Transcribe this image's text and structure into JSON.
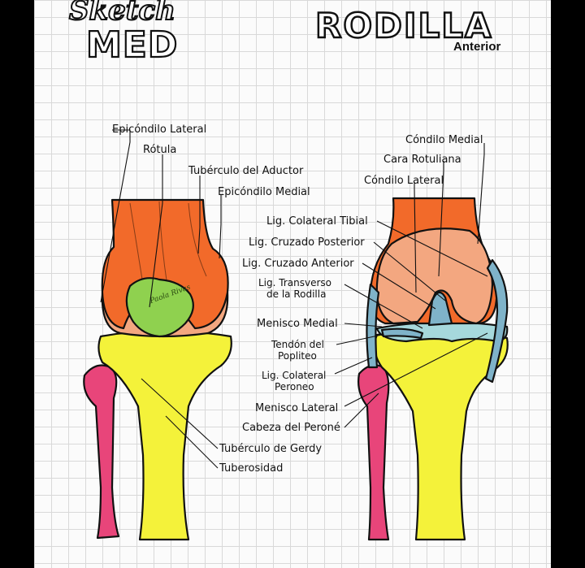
{
  "logo": {
    "line1": "Sketch",
    "line2": "MED"
  },
  "header": {
    "title": "RODILLA",
    "subtitle": "Anterior"
  },
  "signature": "Paola Rivas",
  "labels": {
    "epicondilo_lateral": "Epicóndilo Lateral",
    "rotula": "Rótula",
    "tuberculo_aductor": "Tubérculo del Aductor",
    "epicondilo_medial": "Epicóndilo Medial",
    "condilo_medial": "Cóndilo Medial",
    "cara_rotuliana": "Cara Rotuliana",
    "condilo_lateral": "Cóndilo Lateral",
    "lig_colateral_tibial": "Lig. Colateral Tibial",
    "lig_cruzado_posterior": "Lig. Cruzado Posterior",
    "lig_cruzado_anterior": "Lig. Cruzado Anterior",
    "lig_transverso_1": "Lig. Transverso",
    "lig_transverso_2": "de la Rodilla",
    "menisco_medial": "Menisco Medial",
    "tendon_popliteo_1": "Tendón del",
    "tendon_popliteo_2": "Popliteo",
    "lig_colateral_peroneo_1": "Lig. Colateral",
    "lig_colateral_peroneo_2": "Peroneo",
    "menisco_lateral": "Menisco Lateral",
    "cabeza_perone": "Cabeza del Peroné",
    "tuberculo_gerdy": "Tubérculo de Gerdy",
    "tuberosidad": "Tuberosidad"
  },
  "colors": {
    "femur": "#f26a2a",
    "femur_cartilage": "#f3a780",
    "patella": "#8fd14f",
    "tibia": "#f4f23a",
    "fibula": "#e8457a",
    "meniscus": "#a6d8dc",
    "ligament": "#7fb3c9"
  }
}
